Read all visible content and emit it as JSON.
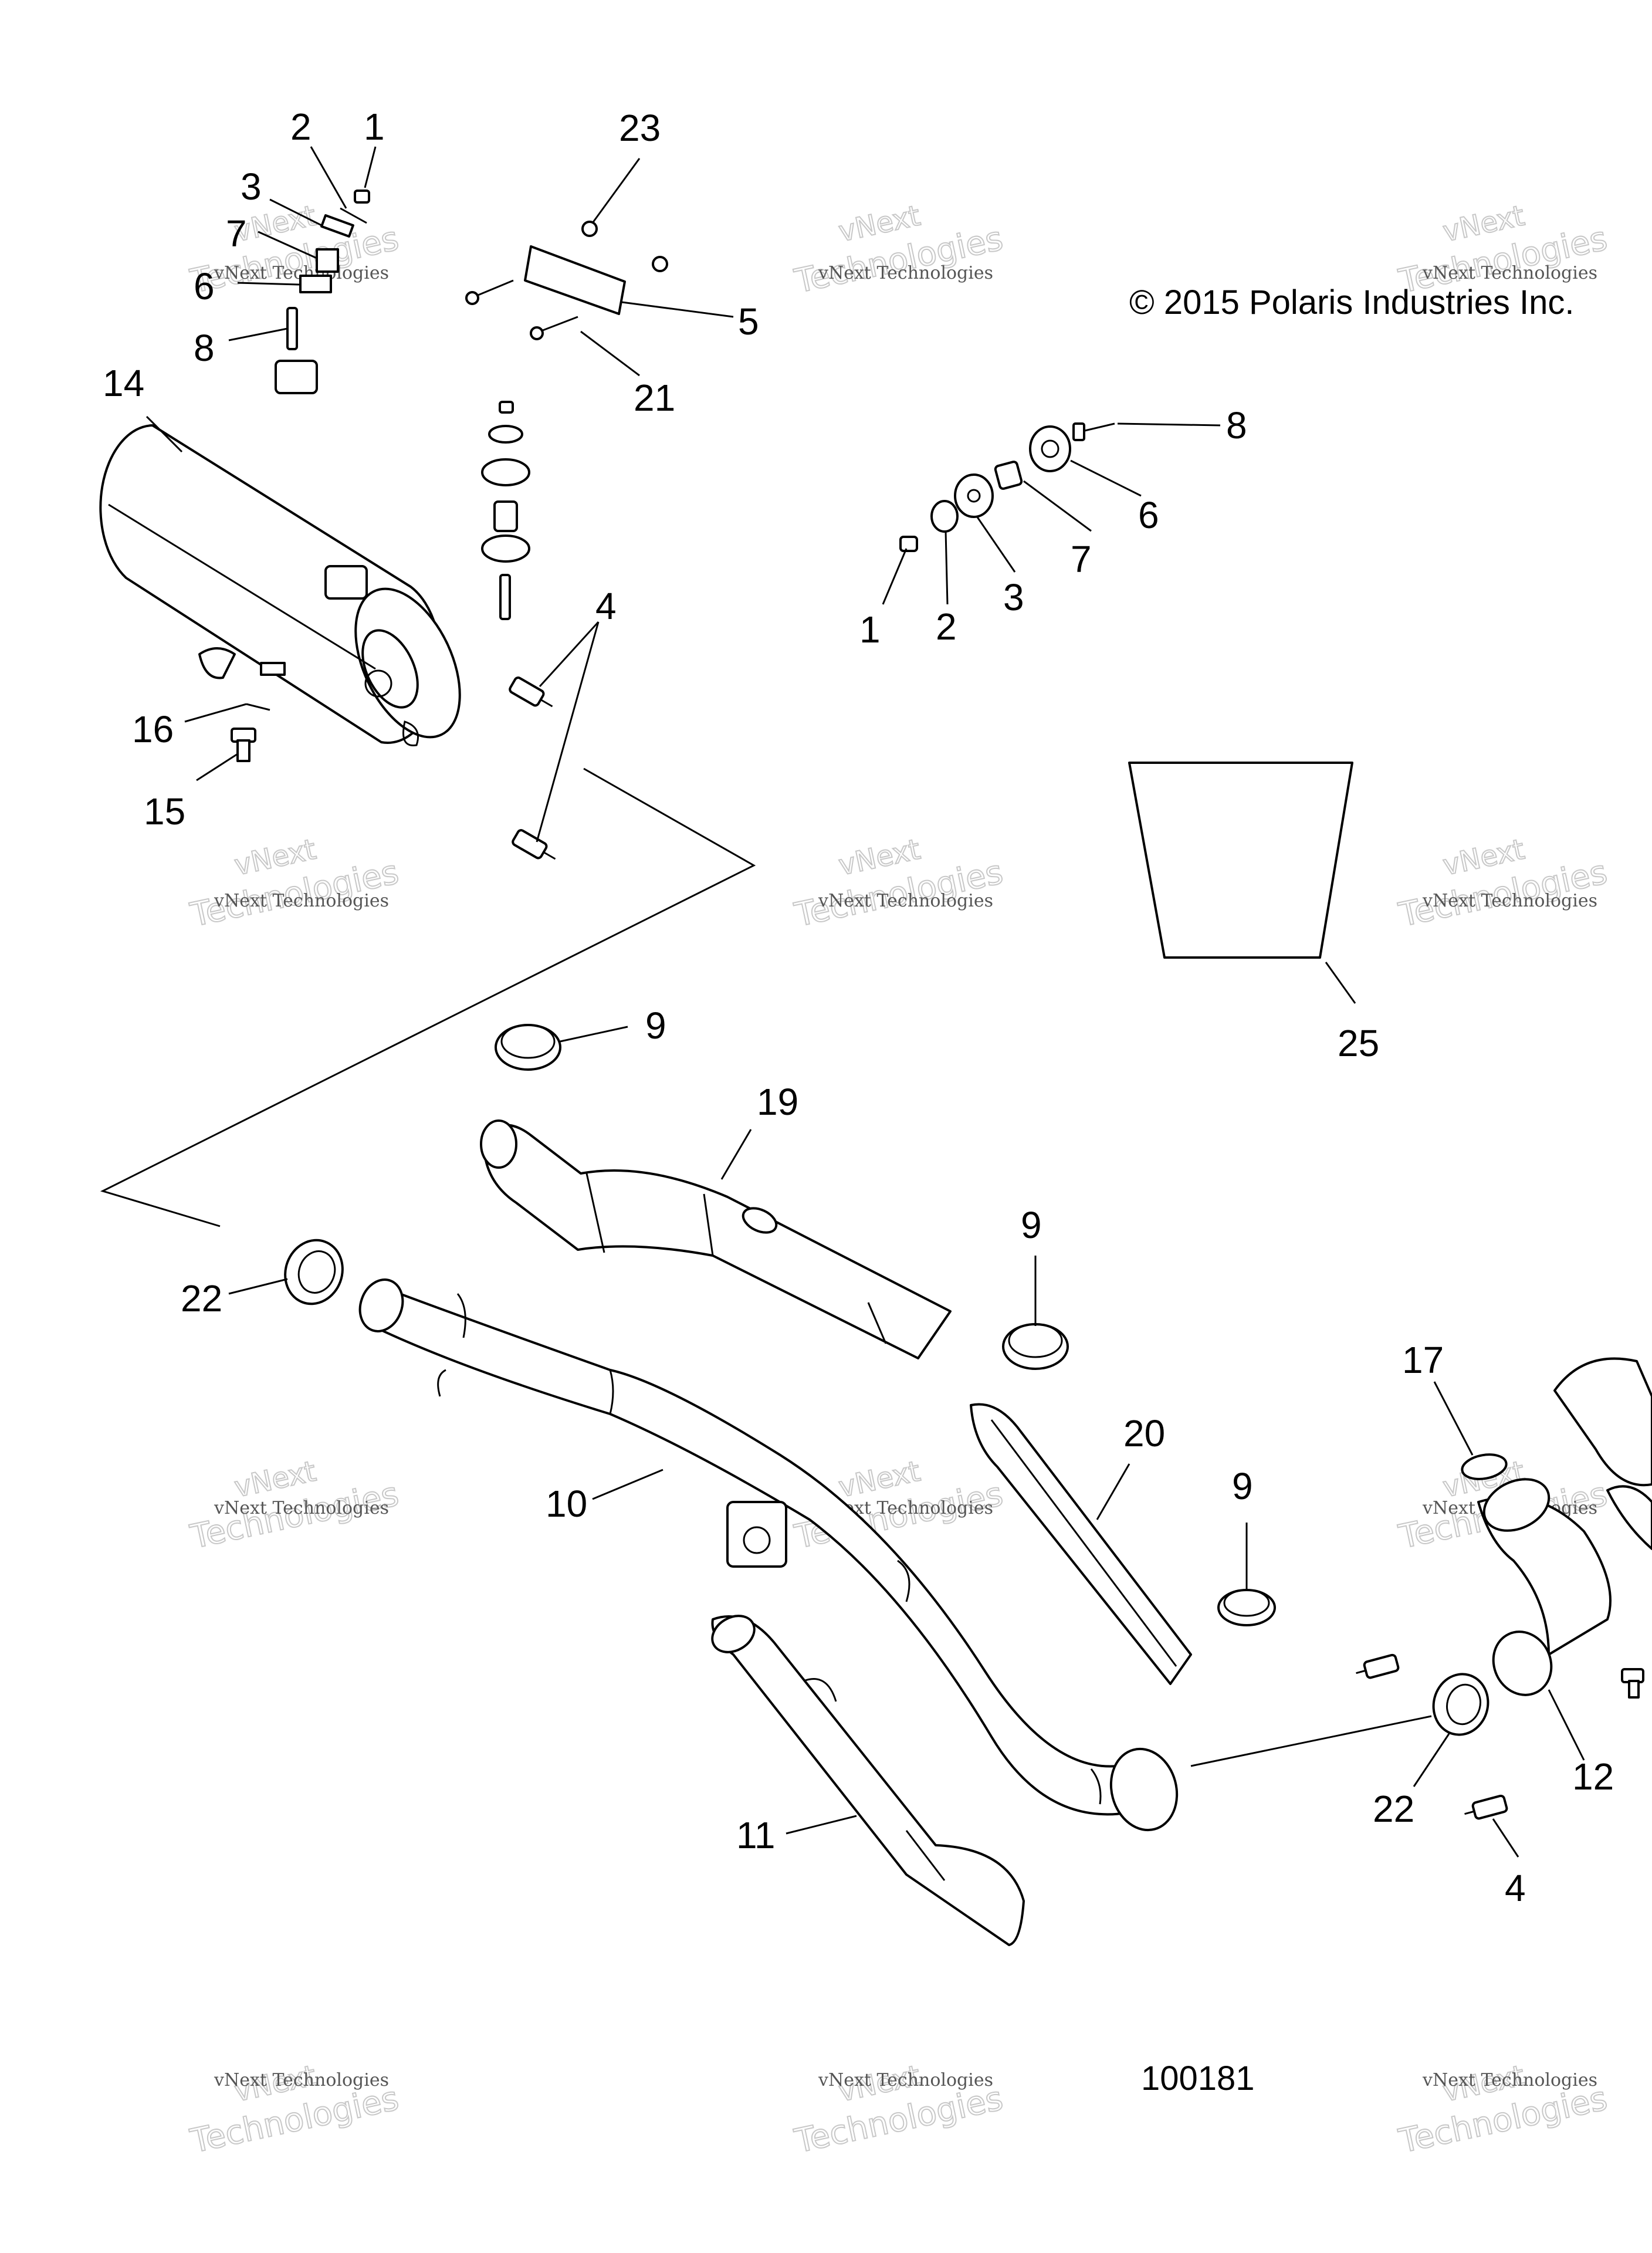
{
  "copyright": "© 2015 Polaris Industries Inc.",
  "drawing_number": "100181",
  "watermark": {
    "line1": "vNext Technologies",
    "line2": "Technologies",
    "line3": "vNext"
  },
  "callouts": {
    "c1a": "1",
    "c2a": "2",
    "c3a": "3",
    "c7a": "7",
    "c6a": "6",
    "c8a": "8",
    "c23": "23",
    "c5": "5",
    "c21": "21",
    "c14": "14",
    "c4a": "4",
    "c16": "16",
    "c15": "15",
    "c8b": "8",
    "c6b": "6",
    "c7b": "7",
    "c3b": "3",
    "c2b": "2",
    "c1b": "1",
    "c25": "25",
    "c9a": "9",
    "c19": "19",
    "c9b": "9",
    "c22a": "22",
    "c10": "10",
    "c20": "20",
    "c9c": "9",
    "c17": "17",
    "c12": "12",
    "c11": "11",
    "c22b": "22",
    "c4b": "4"
  }
}
